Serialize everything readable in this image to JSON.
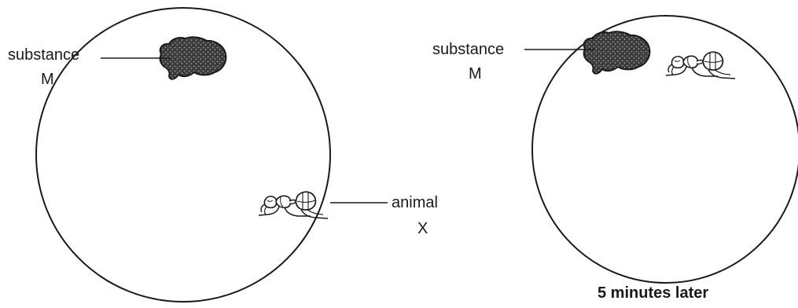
{
  "left_panel": {
    "substance_label": "substance",
    "substance_letter": "M",
    "animal_label": "animal",
    "animal_letter": "X"
  },
  "right_panel": {
    "substance_label": "substance",
    "substance_letter": "M",
    "caption": "5 minutes later"
  },
  "colors": {
    "ink": "#1a1a1a",
    "substance_fill": "#3a3a3a",
    "background": "#ffffff"
  }
}
